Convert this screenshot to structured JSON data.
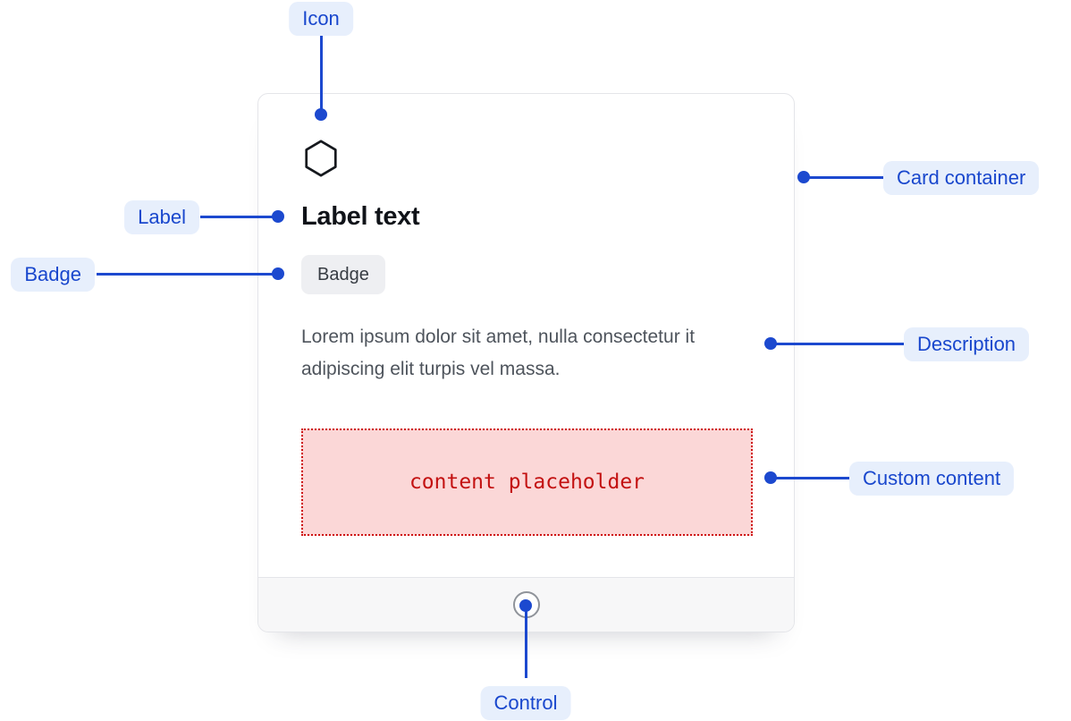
{
  "colors": {
    "accent_blue": "#1c49cf",
    "annotation_pill_bg": "#e7effc",
    "annotation_text": "#1947cd",
    "card_border": "#e4e5e9",
    "footer_bg": "#f7f7f8",
    "badge_bg": "#eeeff2",
    "placeholder_bg": "#fbd7d7",
    "placeholder_red": "#c31111"
  },
  "card": {
    "icon": "hexagon-icon",
    "label": "Label text",
    "badge": "Badge",
    "description": "Lorem ipsum dolor sit amet, nulla consectetur it adipiscing elit turpis vel massa.",
    "custom_content": "content placeholder"
  },
  "annotations": {
    "icon": "Icon",
    "label": "Label",
    "badge": "Badge",
    "card_container": "Card container",
    "description": "Description",
    "custom_content": "Custom content",
    "control": "Control"
  }
}
